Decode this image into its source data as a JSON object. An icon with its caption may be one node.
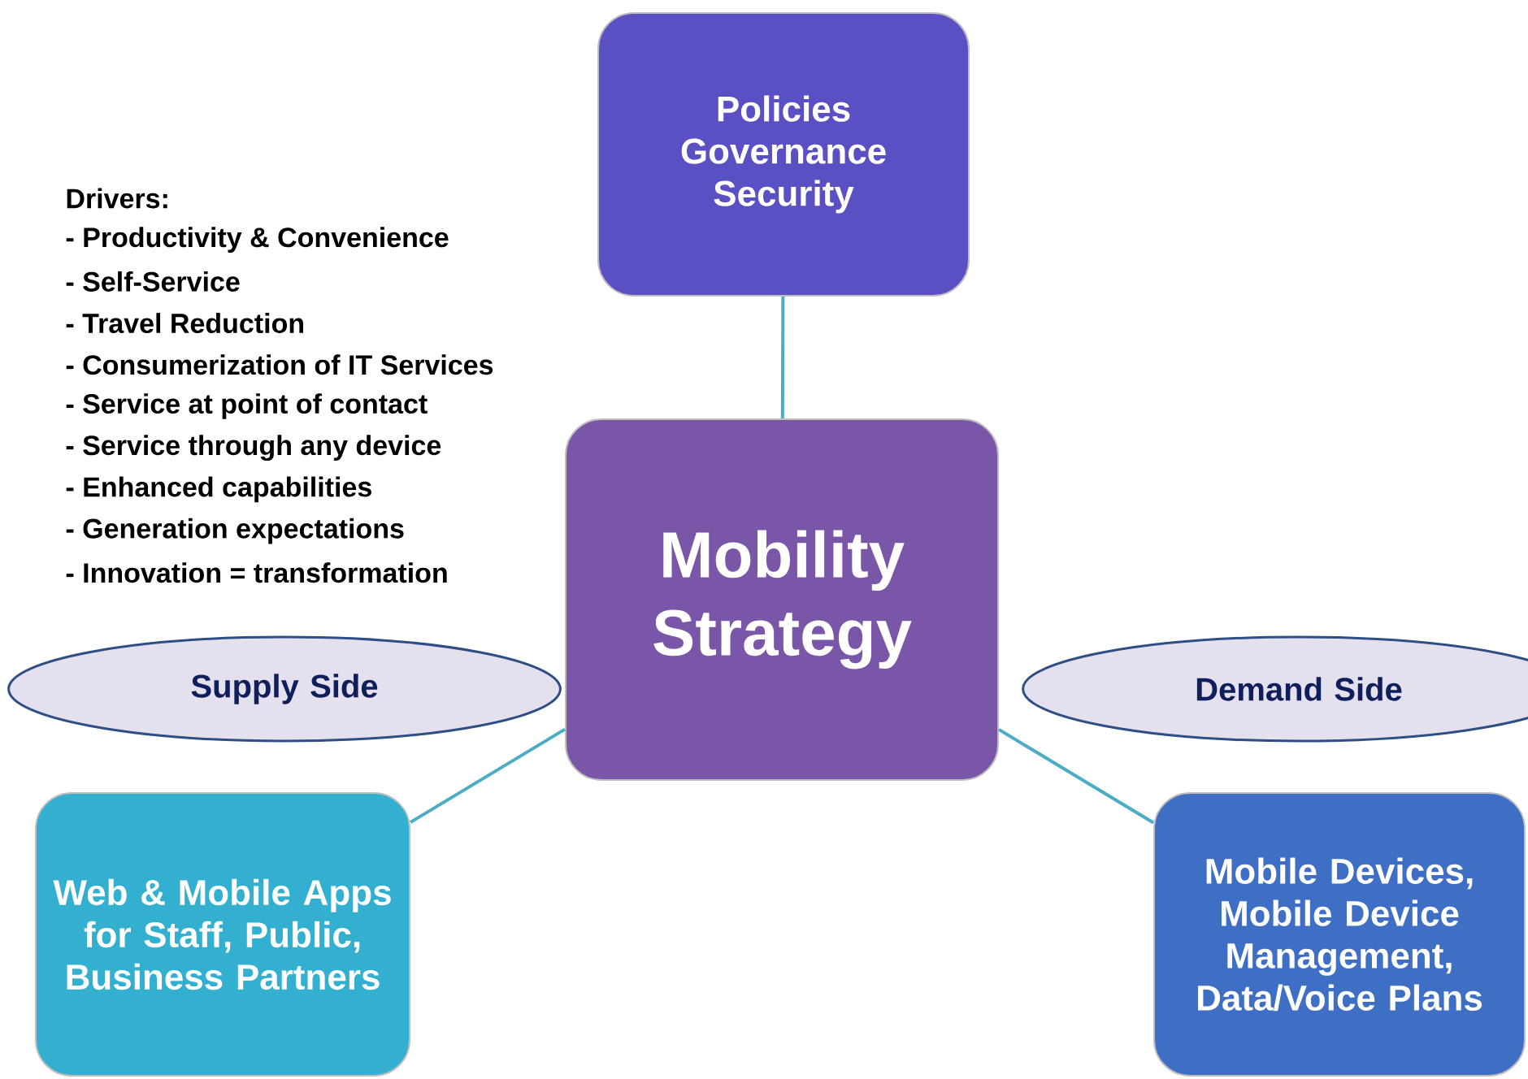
{
  "diagram": {
    "nodes": [
      {
        "text": [
          "Policies Governance Security"
        ]
      },
      {
        "text": [
          "Mobility Strategy"
        ]
      },
      {
        "text": [
          "Supply Side"
        ]
      },
      {
        "text": [
          "Demand Side"
        ]
      },
      {
        "text": [
          "Web & Mobile Apps for Staff, Public, Business Partners"
        ]
      },
      {
        "text": [
          "Mobile Devices, Mobile Device Management, Data/Voice Plans"
        ]
      }
    ],
    "edges": [
      {
        "from": 0,
        "to": 1,
        "arrow": "none"
      },
      {
        "from": 1,
        "to": 4,
        "arrow": "none"
      },
      {
        "from": 1,
        "to": 5,
        "arrow": "none"
      }
    ],
    "labels": [
      "Drivers:",
      "- Productivity & Convenience",
      "- Self-Service",
      "- Travel Reduction",
      "- Consumerization of IT Services",
      "- Service at point of contact",
      "- Service through any device",
      "- Enhanced capabilities",
      "- Generation expectations",
      "- Innovation = transformation"
    ]
  }
}
